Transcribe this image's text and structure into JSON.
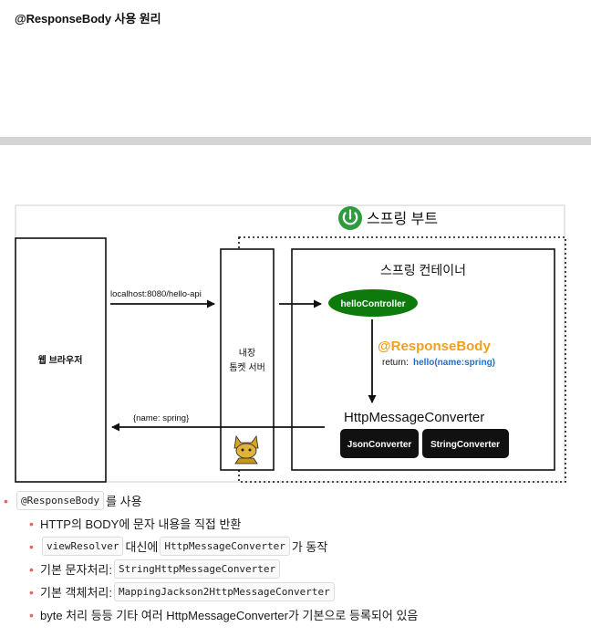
{
  "page": {
    "title": "@ResponseBody 사용 원리"
  },
  "diagram": {
    "spring_boot_label": "스프링 부트",
    "browser_label": "웹 브라우저",
    "request_label": "localhost:8080/hello-api",
    "response_label": "{name: spring}",
    "tomcat_label_line1": "내장",
    "tomcat_label_line2": "톰켓 서버",
    "container_label": "스프링 컨테이너",
    "controller_label": "helloController",
    "annotation_label": "@ResponseBody",
    "return_prefix": "return:",
    "return_value": "hello(name:spring)",
    "converter_label": "HttpMessageConverter",
    "json_converter": "JsonConverter",
    "string_converter": "StringConverter",
    "colors": {
      "spring_green": "#2e9b3f",
      "controller_green": "#0e7a0e",
      "annotation_orange": "#f0a020",
      "return_blue": "#1f6fd0"
    },
    "icons": [
      "spring-power-icon",
      "tomcat-cat-icon"
    ]
  },
  "bullets": {
    "top": {
      "code": "@ResponseBody",
      "text": "를 사용"
    },
    "items": [
      {
        "pre": "HTTP의 BODY에 문자 내용을 직접 반환"
      },
      {
        "code1": "viewResolver",
        "mid": "대신에",
        "code2": "HttpMessageConverter",
        "post": "가 동작"
      },
      {
        "pre": "기본 문자처리:",
        "code": "StringHttpMessageConverter"
      },
      {
        "pre": "기본 객체처리:",
        "code": "MappingJackson2HttpMessageConverter"
      },
      {
        "pre": "byte 처리 등등 기타 여러 HttpMessageConverter가 기본으로 등록되어 있음"
      }
    ]
  }
}
